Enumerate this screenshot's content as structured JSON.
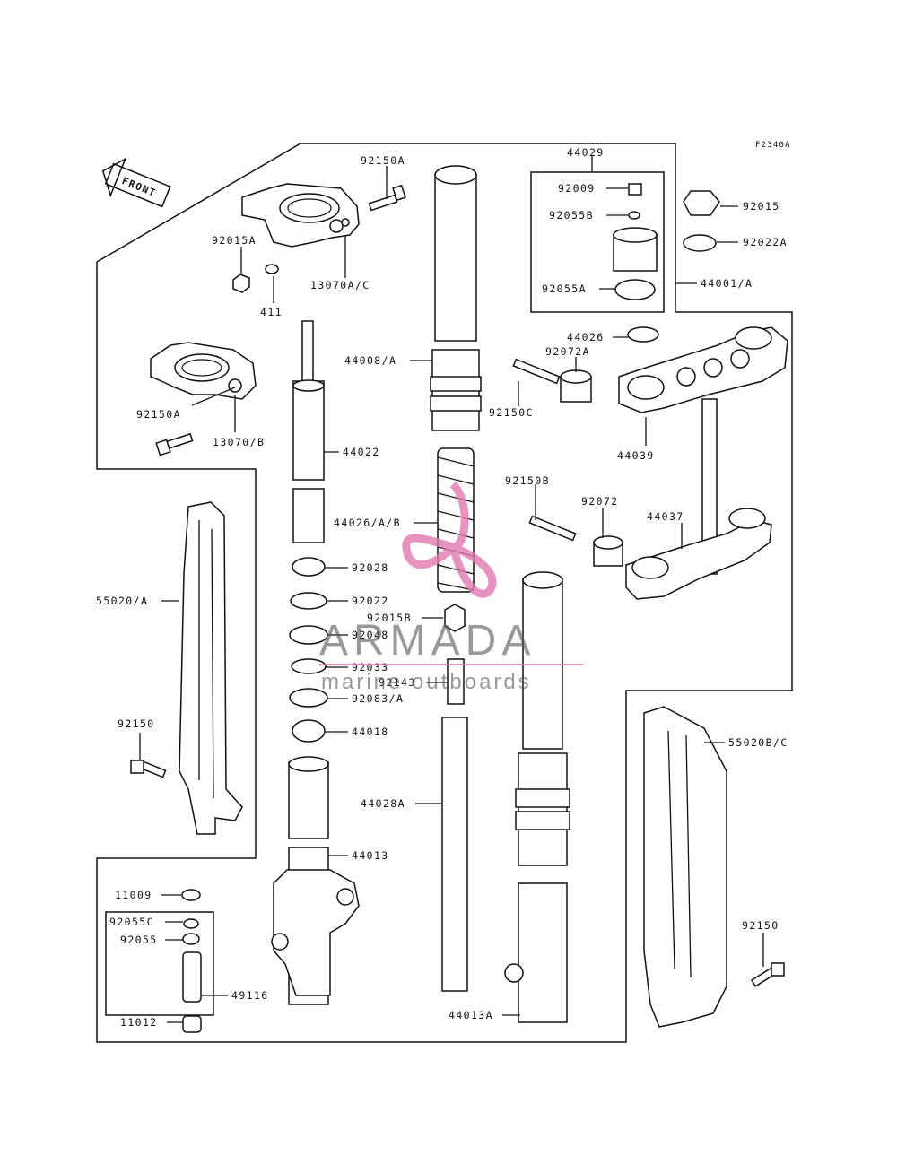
{
  "figure_code": "F2340A",
  "front_label": "FRONT",
  "watermark": {
    "brand": "ARMADA",
    "tagline": "marine outboards",
    "accent_color": "#e07ab0"
  },
  "parts": {
    "p92150A_top": "92150A",
    "p44029": "44029",
    "p92009": "92009",
    "p92055B": "92055B",
    "p92055A": "92055A",
    "p92015": "92015",
    "p92022A": "92022A",
    "p44001": "44001/A",
    "p92015A": "92015A",
    "p13070AC": "13070A/C",
    "p411": "411",
    "p44008": "44008/A",
    "p44026": "44026",
    "p92072A": "92072A",
    "p92150C": "92150C",
    "p44039": "44039",
    "p92150A_mid": "92150A",
    "p13070B": "13070/B",
    "p44022": "44022",
    "p92150B": "92150B",
    "p92072": "92072",
    "p44037": "44037",
    "p44026AB": "44026/A/B",
    "p92028": "92028",
    "p55020A": "55020/A",
    "p92022": "92022",
    "p92015B": "92015B",
    "p92048": "92048",
    "p92033": "92033",
    "p92143": "92143",
    "p92083A": "92083/A",
    "p92150_left": "92150",
    "p44018": "44018",
    "p55020BC": "55020B/C",
    "p44028A": "44028A",
    "p44013": "44013",
    "p11009": "11009",
    "p92055C": "92055C",
    "p92055": "92055",
    "p92150_right": "92150",
    "p49116": "49116",
    "p44013A": "44013A",
    "p11012": "11012"
  }
}
